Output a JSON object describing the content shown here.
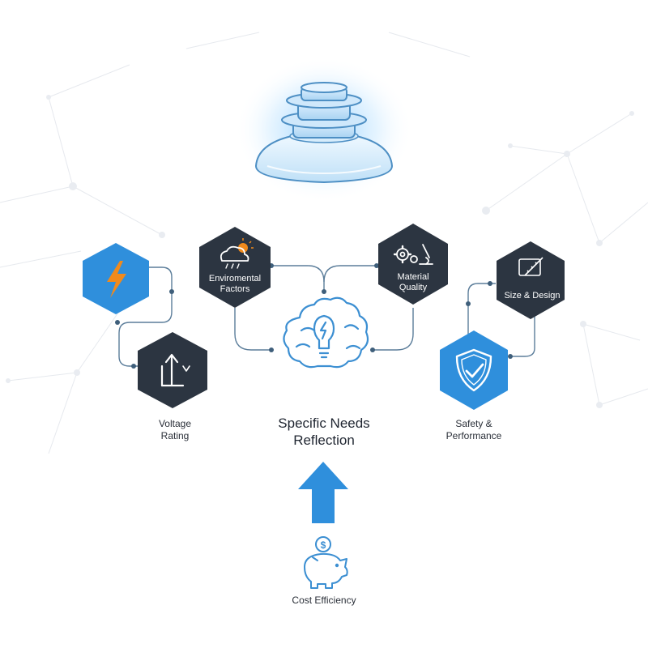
{
  "center": {
    "line1": "Specific Needs",
    "line2": "Reflection",
    "icon": "brain-bulb-icon"
  },
  "product": {
    "icon": "glass-insulator-icon"
  },
  "nodes": {
    "lightning": {
      "icon": "lightning-bolt-icon",
      "color": "#2f8fdc"
    },
    "voltage": {
      "line1": "Voltage",
      "line2": "Rating",
      "icon": "voltage-arrows-icon",
      "color": "#2c3541"
    },
    "environment": {
      "line1": "Enviromental",
      "line2": "Factors",
      "icon": "weather-cloud-sun-icon",
      "color": "#2c3541"
    },
    "material": {
      "line1": "Material",
      "line2": "Quality",
      "icon": "gears-microscope-icon",
      "color": "#2c3541"
    },
    "size": {
      "label": "Size & Design",
      "icon": "ruler-blueprint-icon",
      "color": "#2c3541"
    },
    "safety": {
      "line1": "Safety &",
      "line2": "Performance",
      "icon": "shield-check-icon",
      "color": "#2f8fdc"
    }
  },
  "cost": {
    "label": "Cost Efficiency",
    "icon": "piggy-bank-dollar-icon"
  },
  "colors": {
    "accent_blue": "#2f8fdc",
    "dark_hex": "#2c3541",
    "connector": "#5b7d9a",
    "icon_line": "#3c8fd2",
    "lightning_orange": "#f08a1c"
  }
}
